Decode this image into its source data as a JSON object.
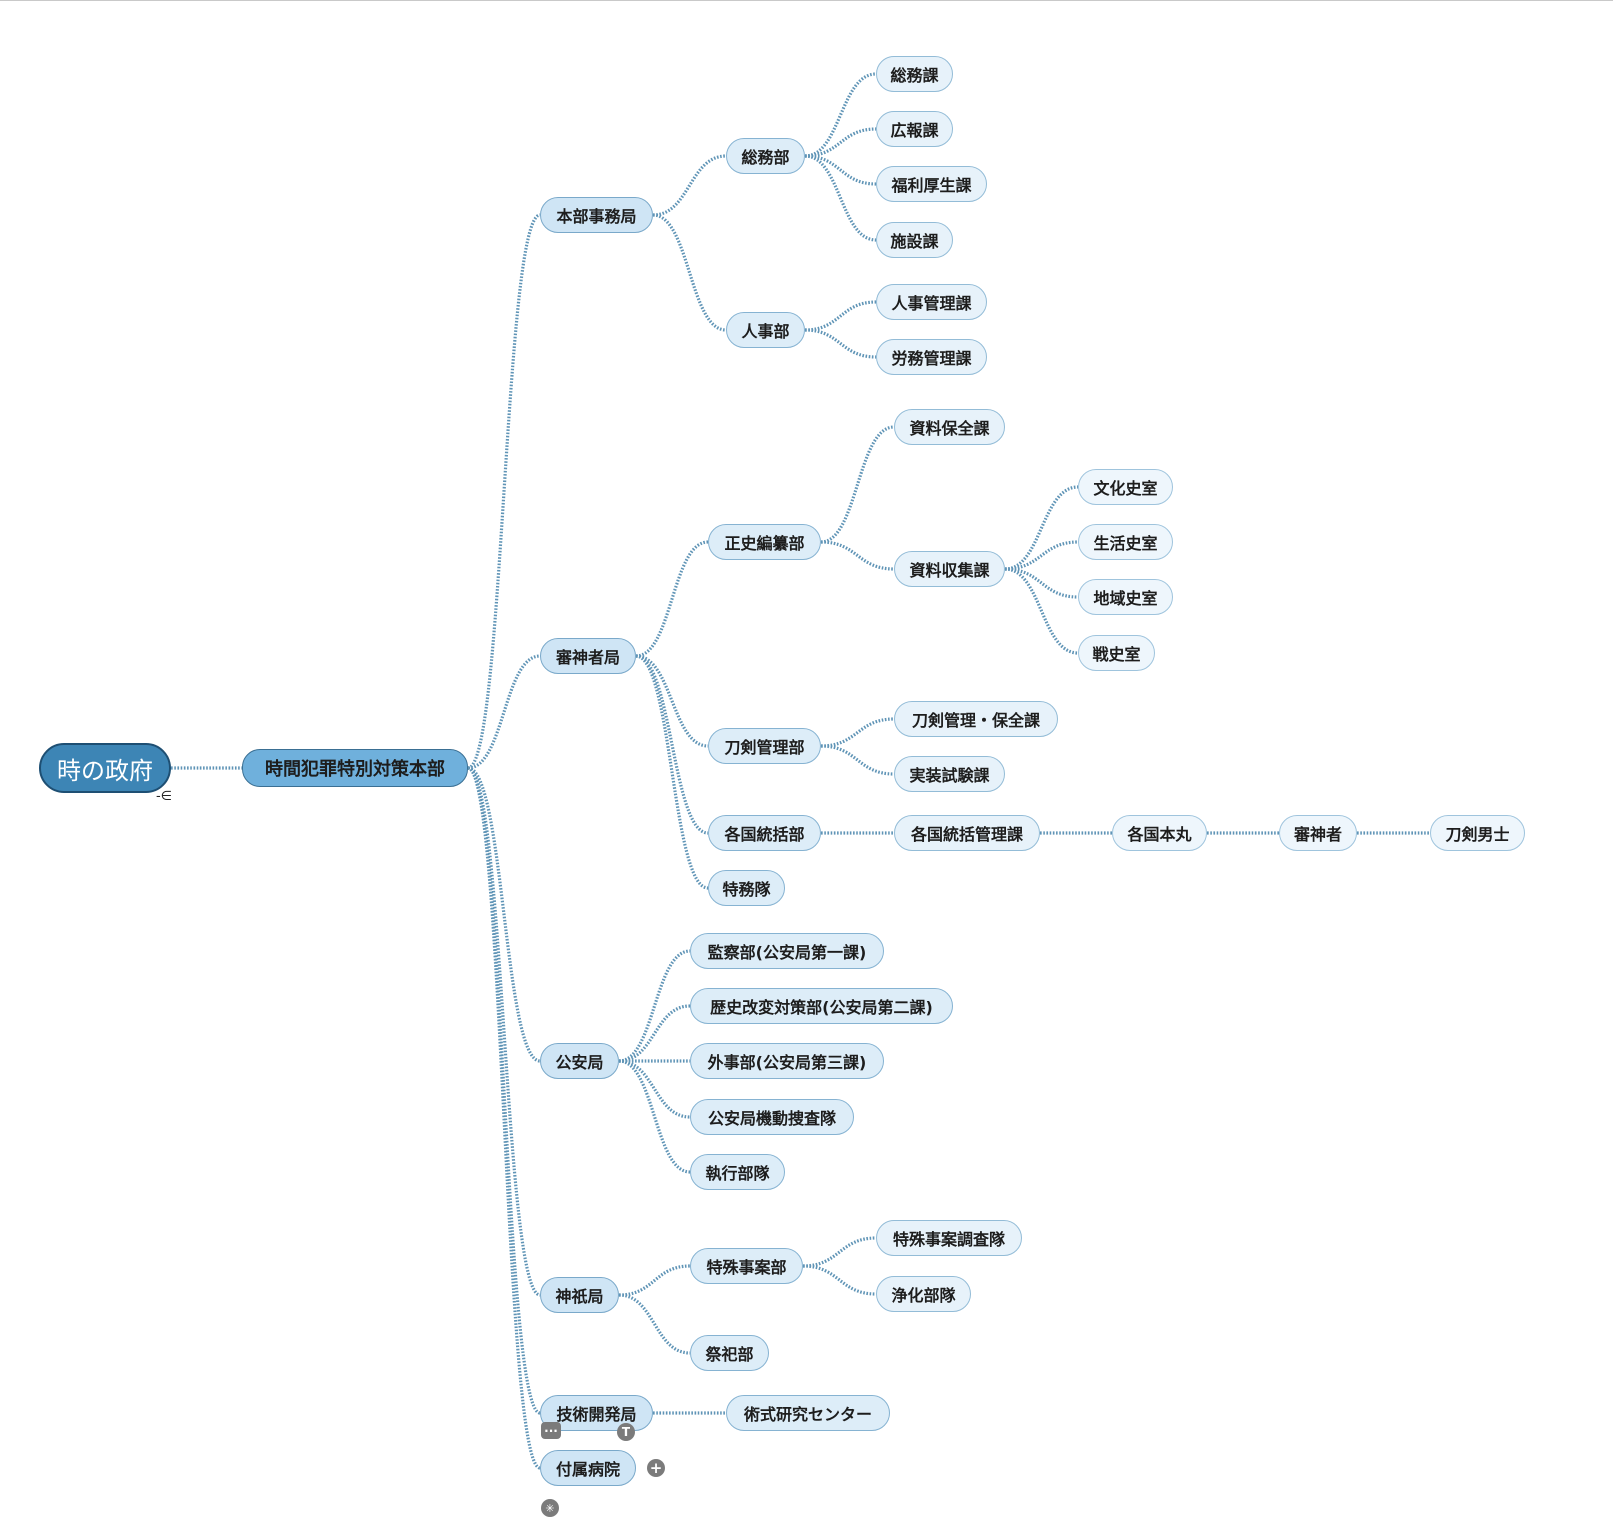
{
  "mindmap": {
    "root": "時の政府",
    "hq": "時間犯罪特別対策本部",
    "honbu": {
      "label": "本部事務局",
      "somubu": {
        "label": "総務部",
        "children": [
          "総務課",
          "広報課",
          "福利厚生課",
          "施設課"
        ]
      },
      "jinjibu": {
        "label": "人事部",
        "children": [
          "人事管理課",
          "労務管理課"
        ]
      }
    },
    "saniwa": {
      "label": "審神者局",
      "seishi": {
        "label": "正史編纂部",
        "hozen": "資料保全課",
        "shushu": {
          "label": "資料収集課",
          "children": [
            "文化史室",
            "生活史室",
            "地域史室",
            "戦史室"
          ]
        }
      },
      "token": {
        "label": "刀剣管理部",
        "children": [
          "刀剣管理・保全課",
          "実装試験課"
        ]
      },
      "kakkoku": {
        "label": "各国統括部",
        "chain": [
          "各国統括管理課",
          "各国本丸",
          "審神者",
          "刀剣男士"
        ]
      },
      "tokumu": "特務隊"
    },
    "koan": {
      "label": "公安局",
      "children": [
        "監察部(公安局第一課)",
        "歴史改変対策部(公安局第二課)",
        "外事部(公安局第三課)",
        "公安局機動捜査隊",
        "執行部隊"
      ]
    },
    "jingi": {
      "label": "神祇局",
      "tokushu": {
        "label": "特殊事案部",
        "children": [
          "特殊事案調査隊",
          "浄化部隊"
        ]
      },
      "saishi": "祭祀部"
    },
    "gijutsu": {
      "label": "技術開発局",
      "child": "術式研究センター"
    },
    "byoin": "付属病院"
  },
  "controls": {
    "collapse_glyph": "-∈",
    "more_glyph": "···",
    "text_glyph": "T",
    "add_glyph": "+",
    "asterisk_glyph": "✳"
  },
  "colors": {
    "root_fill": "#3d85b5",
    "level1_fill": "#6fb0dc",
    "level2_fill": "#cfe5f5",
    "leaf_fill": "#eef6fc",
    "connector": "#5f94b6"
  }
}
